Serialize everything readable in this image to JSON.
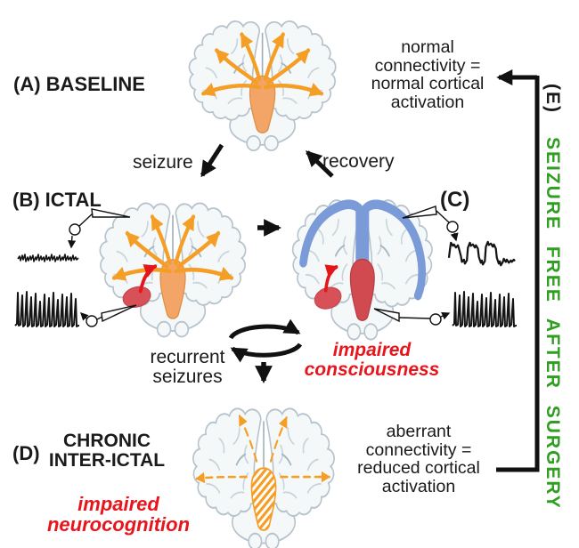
{
  "colors": {
    "orange": "#f59e26",
    "orange_soft": "#f2a566",
    "red_text": "#e8151c",
    "red_fill": "#d85058",
    "red_deep": "#d04a50",
    "red_arrow": "#e3161c",
    "blue_cortex": "#7b9bd8",
    "green_text": "#2f9e21",
    "black": "#1a1a1a"
  },
  "panels": {
    "a": {
      "label": "(A)",
      "title": "BASELINE"
    },
    "b": {
      "label": "(B)",
      "title": "ICTAL"
    },
    "c": {
      "label": "(C)"
    },
    "d": {
      "label": "(D)",
      "title_l1": "CHRONIC",
      "title_l2": "INTER-ICTAL",
      "impair_l1": "impaired",
      "impair_l2": "neurocognition"
    },
    "e": {
      "label": "(E)",
      "title": "SEIZURE FREE AFTER SURGERY"
    }
  },
  "annotations": {
    "normal": {
      "l1": "normal",
      "l2": "connectivity =",
      "l3": "normal cortical",
      "l4": "activation"
    },
    "aberrant": {
      "l1": "aberrant",
      "l2": "connectivity =",
      "l3": "reduced cortical",
      "l4": "activation"
    },
    "seizure": "seizure",
    "recovery": "recovery",
    "recurrent": {
      "l1": "recurrent",
      "l2": "seizures"
    },
    "impaired_consciousness": {
      "l1": "impaired",
      "l2": "consciousness"
    }
  }
}
